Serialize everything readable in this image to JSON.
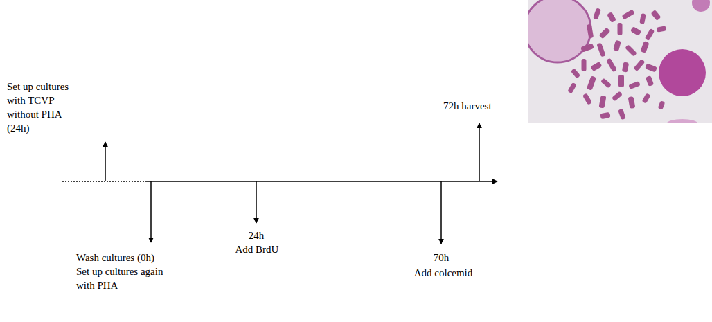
{
  "diagram": {
    "labels": [
      "Set up cultures with TCVP without PHA (24h)",
      "72h harvest",
      "Wash cultures (0h)",
      "Set up cultures again with PHA",
      "24h",
      "Add BrdU",
      "70h",
      "Add colcemid"
    ]
  }
}
